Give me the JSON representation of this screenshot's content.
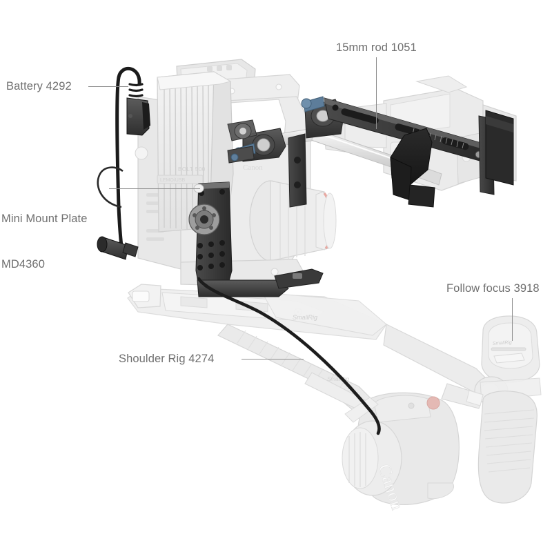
{
  "diagram": {
    "title": "SmallRig camera rig exploded accessory diagram",
    "background_color": "#ffffff",
    "label_color": "#6f6f6f",
    "leader_color": "#8d8d8d",
    "accent_blue": "#5d7d9a",
    "accent_red": "#c0392b",
    "ghost_fill": "#eeeeee",
    "ghost_stroke": "#d2d2d2",
    "solid_dark": "#3a3a3a",
    "solid_mid": "#6b6b6b",
    "brand_mark": "SmallRig",
    "camera_brand_mark": "Canon"
  },
  "callouts": [
    {
      "id": "battery",
      "label": "Battery 4292",
      "leader": "horizontal"
    },
    {
      "id": "mini_mount",
      "label": "Mini Mount Plate",
      "label2": "MD4360",
      "leader": "horizontal"
    },
    {
      "id": "rod",
      "label": "15mm rod 1051",
      "leader": "vertical"
    },
    {
      "id": "follow",
      "label": "Follow focus 3918",
      "leader": "vertical"
    },
    {
      "id": "shoulder",
      "label": "Shoulder Rig 4274",
      "leader": "horizontal"
    }
  ]
}
